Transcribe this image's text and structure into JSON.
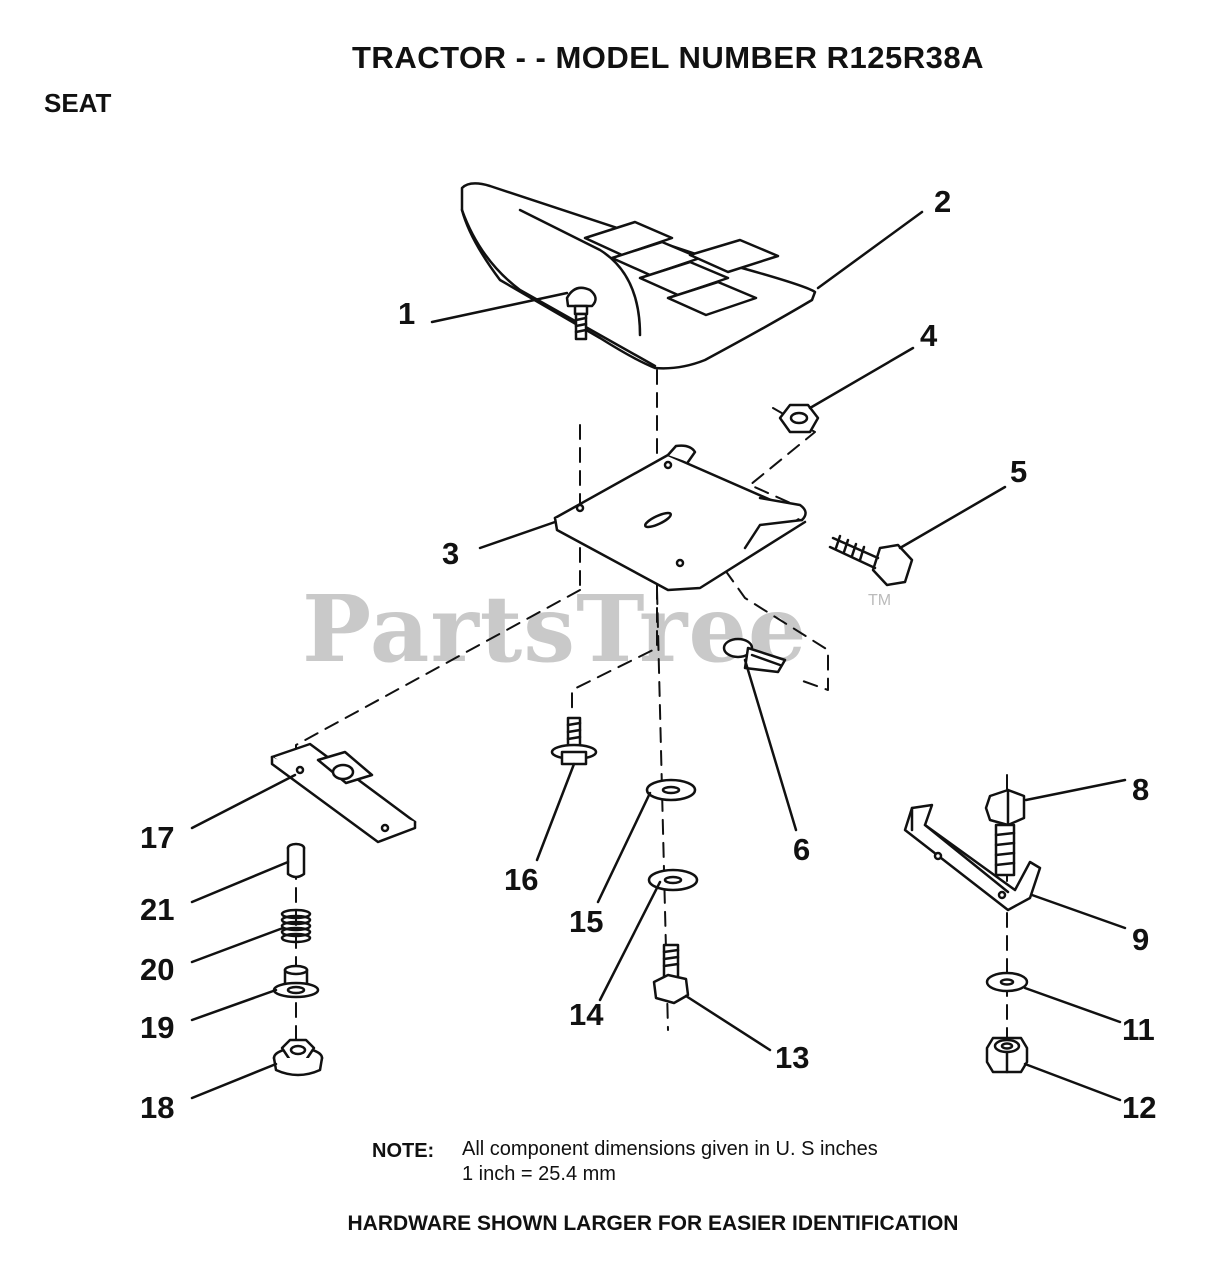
{
  "header": {
    "title": "TRACTOR - - MODEL NUMBER R125R38A",
    "section": "SEAT"
  },
  "watermark": {
    "brand": "PartsTree",
    "trademark": "TM"
  },
  "callouts": [
    "1",
    "2",
    "3",
    "4",
    "5",
    "6",
    "8",
    "9",
    "11",
    "12",
    "13",
    "14",
    "15",
    "16",
    "17",
    "18",
    "19",
    "20",
    "21"
  ],
  "note": {
    "label": "NOTE:",
    "line1": "All component dimensions given in U. S  inches",
    "line2": "1 inch = 25.4 mm"
  },
  "footer": {
    "text": "HARDWARE SHOWN LARGER FOR EASIER IDENTIFICATION"
  }
}
